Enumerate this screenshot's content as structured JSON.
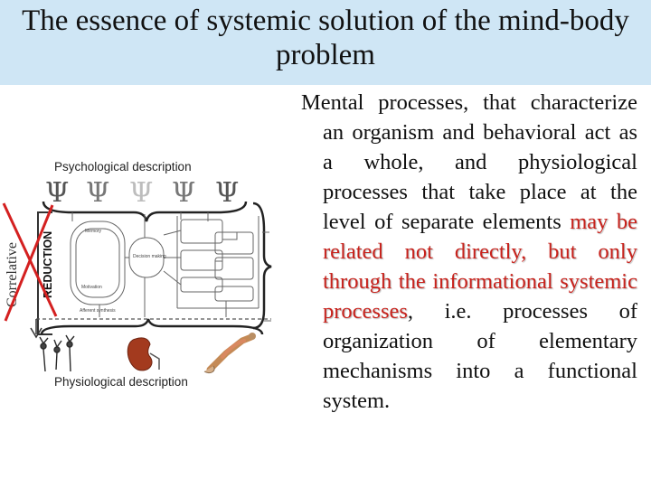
{
  "slide": {
    "title": "The essence of systemic solution of the mind-body problem",
    "text_before": "Mental processes, that characterize an organism and behavioral act as a whole, and physiological processes that take place at the level of separate elements ",
    "text_highlight": "may be related not directly, but only through the informational systemic processes",
    "text_after": ", i.e. processes of organization of elementary mechanisms into a functional system."
  },
  "figure": {
    "top_label": "Psychological description",
    "bottom_label": "Physiological description",
    "side_label": "Correlative",
    "vertical_label": "REDUCTION",
    "psi_symbol": "Ψ",
    "small_labels": {
      "memory": "Memory",
      "motivation": "Motivation",
      "decision": "Decision making",
      "afferent": "Afferent synthesis"
    },
    "colors": {
      "cross": "#d42020",
      "faded_psi": "#bdbdbd",
      "title_band": "#cfe6f5",
      "highlight": "#c8221c"
    }
  }
}
